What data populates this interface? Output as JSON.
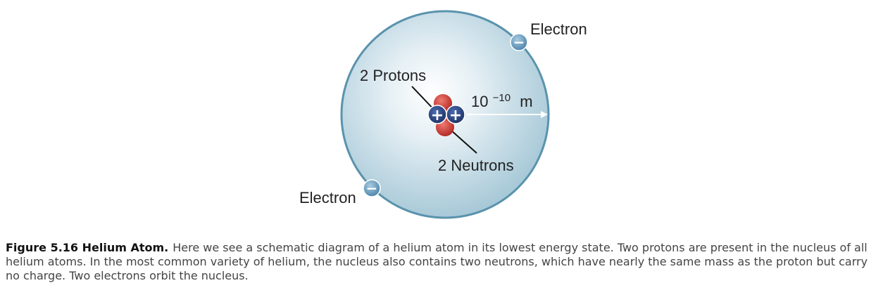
{
  "diagram": {
    "label_electron_top": "Electron",
    "label_electron_bottom": "Electron",
    "label_protons": "2 Protons",
    "label_neutrons": "2 Neutrons",
    "radius_label_base": "10",
    "radius_label_exponent": "−10",
    "radius_label_unit": "m",
    "proton_sign": "+",
    "electron_sign": "−",
    "colors": {
      "atom_fill": "#cfe2ec",
      "atom_edge": "#5a93ad",
      "proton": "#2f4a86",
      "neutron": "#c83a35",
      "electron": "#5a8fb3"
    }
  },
  "caption": {
    "title": "Figure 5.16 Helium Atom.",
    "text": "Here we see a schematic diagram of a helium atom in its lowest energy state. Two protons are present in the nucleus of all helium atoms. In the most common variety of helium, the nucleus also contains two neutrons, which have nearly the same mass as the proton but carry no charge. Two electrons orbit the nucleus."
  }
}
